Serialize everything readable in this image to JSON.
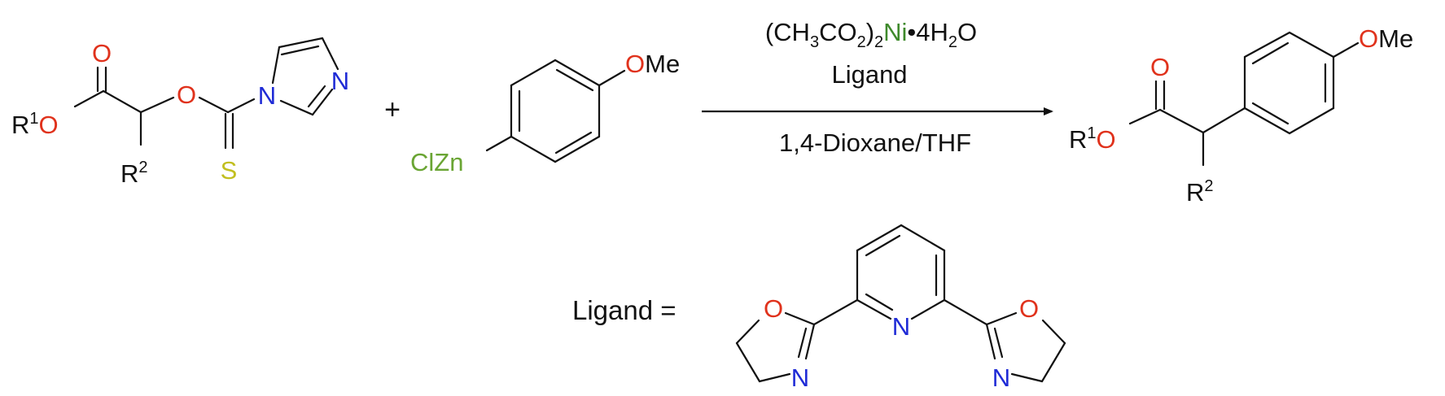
{
  "colors": {
    "bond": "#111111",
    "oxygen": "#e0321c",
    "nitrogen": "#1f2bd6",
    "sulfur": "#c2bf20",
    "zinc": "#6aa534",
    "nickel": "#3f8a2c",
    "text": "#111111"
  },
  "plus": "+",
  "substrate": {
    "carbonyl_o": "O",
    "r1": "R",
    "r1_sup": "1",
    "ester_o": "O",
    "alpha_o": "O",
    "r2": "R",
    "r2_sup": "2",
    "thione_s": "S",
    "imid_n1": "N",
    "imid_n3": "N"
  },
  "reagent": {
    "zn_label": "ClZn",
    "ome_o": "O",
    "ome_me": "Me"
  },
  "conditions": {
    "catalyst": {
      "p1": "(CH",
      "s1": "3",
      "p2": "CO",
      "s2": "2",
      "p3": ")",
      "s3": "2",
      "metal": "Ni",
      "p4": "•4H",
      "s4": "2",
      "p5": "O"
    },
    "ligand": "Ligand",
    "solvent": "1,4-Dioxane/THF"
  },
  "product": {
    "carbonyl_o": "O",
    "r1": "R",
    "r1_sup": "1",
    "ester_o": "O",
    "r2": "R",
    "r2_sup": "2",
    "ome_o": "O",
    "ome_me": "Me"
  },
  "ligand_def": {
    "label": "Ligand =",
    "left_ox_o": "O",
    "left_ox_n": "N",
    "pyridine_n": "N",
    "right_ox_o": "O",
    "right_ox_n": "N"
  }
}
